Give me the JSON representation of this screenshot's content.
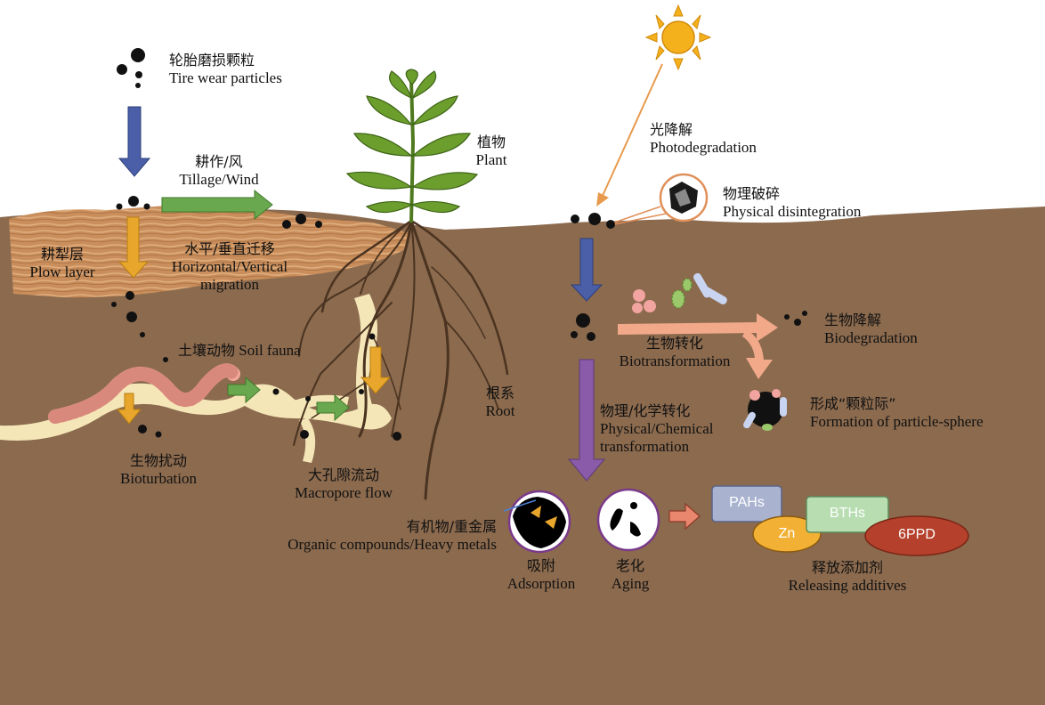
{
  "labels": {
    "tire_wear": {
      "zh": "轮胎磨损颗粒",
      "en": "Tire wear particles"
    },
    "tillage_wind": {
      "zh": "耕作/风",
      "en": "Tillage/Wind"
    },
    "migration": {
      "zh": "水平/垂直迁移",
      "en": "Horizontal/Vertical",
      "en2": "migration"
    },
    "plow_layer": {
      "zh": "耕犁层",
      "en": "Plow layer"
    },
    "soil_fauna": {
      "zh": "土壤动物",
      "en": "Soil fauna"
    },
    "bioturbation": {
      "zh": "生物扰动",
      "en": "Bioturbation"
    },
    "macropore": {
      "zh": "大孔隙流动",
      "en": "Macropore flow"
    },
    "root": {
      "zh": "根系",
      "en": "Root"
    },
    "plant": {
      "zh": "植物",
      "en": "Plant"
    },
    "photodegradation": {
      "zh": "光降解",
      "en": "Photodegradation"
    },
    "physical_disintegration": {
      "zh": "物理破碎",
      "en": "Physical disintegration"
    },
    "biotransformation": {
      "zh": "生物转化",
      "en": "Biotransformation"
    },
    "biodegradation": {
      "zh": "生物降解",
      "en": "Biodegradation"
    },
    "particle_sphere": {
      "zh": "形成“颗粒际”",
      "en": "Formation of particle-sphere"
    },
    "phys_chem": {
      "zh": "物理/化学转化",
      "en": "Physical/Chemical",
      "en2": "transformation"
    },
    "organic_heavy": {
      "zh": "有机物/重金属",
      "en": "Organic compounds/Heavy metals"
    },
    "adsorption": {
      "zh": "吸附",
      "en": "Adsorption"
    },
    "aging": {
      "zh": "老化",
      "en": "Aging"
    },
    "releasing": {
      "zh": "释放添加剂",
      "en": "Releasing additives"
    }
  },
  "additives": [
    "PAHs",
    "Zn",
    "BTHs",
    "6PPD"
  ],
  "colors": {
    "soil": "#8B6A4E",
    "plow": "#C98E5C",
    "channel": "#F5E6B8",
    "arrow_blue": "#4A5FA8",
    "arrow_green": "#6AA84F",
    "arrow_orange": "#E8A72C",
    "arrow_purple": "#8A5BA8",
    "arrow_salmon": "#F2A98A",
    "sun": "#F5B11C",
    "leaf": "#6C9E2E",
    "root": "#4A3320",
    "pahs": "#A9B3D0",
    "zn": "#F2B134",
    "bths": "#B7DDB0",
    "ppd": "#B5412C"
  }
}
